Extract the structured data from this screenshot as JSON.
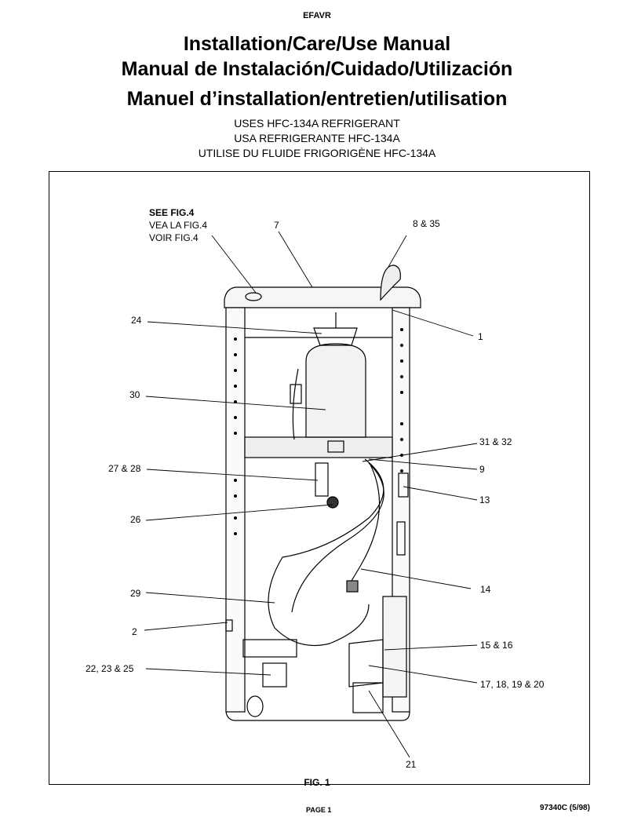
{
  "header": {
    "model": "EFAVR",
    "title_en": "Installation/Care/Use Manual",
    "title_es": "Manual de Instalación/Cuidado/Utilización",
    "title_fr": "Manuel d’installation/entretien/utilisation",
    "refrigerant_en": "USES HFC-134A REFRIGERANT",
    "refrigerant_es": "USA REFRIGERANTE HFC-134A",
    "refrigerant_fr": "UTILISE DU FLUIDE FRIGORIGÈNE HFC-134A"
  },
  "figure": {
    "see_en": "SEE FIG.4",
    "see_es": "VEA LA FIG.4",
    "see_fr": "VOIR FIG.4",
    "callouts": [
      "7",
      "8 & 35",
      "24",
      "1",
      "30",
      "31 & 32",
      "27 & 28",
      "9",
      "13",
      "26",
      "14",
      "29",
      "2",
      "15 & 16",
      "22, 23 & 25",
      "17, 18, 19 & 20",
      "21"
    ],
    "caption": "FIG. 1"
  },
  "footer": {
    "page": "PAGE 1",
    "doc_code": "97340C  (5/98)"
  }
}
